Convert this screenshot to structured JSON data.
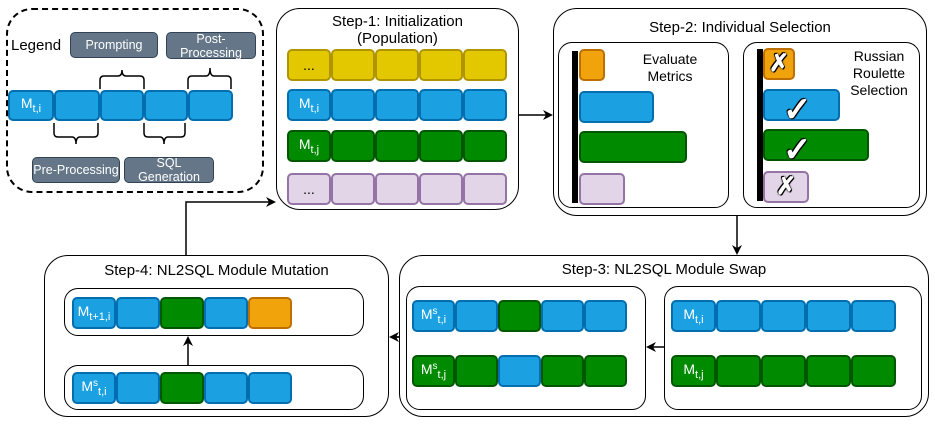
{
  "legend": {
    "title": "Legend",
    "module_label": {
      "base": "M",
      "sub": "t,i"
    },
    "tags": {
      "prompting": "Prompting",
      "post_processing": "Post-\nProcessing",
      "pre_processing": "Pre-Processing",
      "sql_generation": "SQL Generation"
    }
  },
  "step1": {
    "title_line1": "Step-1: Initialization",
    "title_line2": "(Population)",
    "rows": [
      {
        "color": "yellow",
        "label": "..."
      },
      {
        "color": "blue",
        "label_base": "M",
        "label_sub": "t,i"
      },
      {
        "color": "green",
        "label_base": "M",
        "label_sub": "t,j"
      },
      {
        "color": "purple",
        "label": "..."
      }
    ]
  },
  "step2": {
    "title": "Step-2: Individual Selection",
    "evaluate": {
      "title_line1": "Evaluate",
      "title_line2": "Metrics",
      "bars": [
        {
          "color": "orange",
          "relative_score": 0.2
        },
        {
          "color": "blue",
          "relative_score": 0.58
        },
        {
          "color": "green",
          "relative_score": 0.83
        },
        {
          "color": "purple",
          "relative_score": 0.35
        }
      ]
    },
    "roulette": {
      "title_line1": "Russian",
      "title_line2": "Roulette",
      "title_line3": "Selection",
      "bars": [
        {
          "color": "orange",
          "selected": false
        },
        {
          "color": "blue",
          "selected": true
        },
        {
          "color": "green",
          "selected": true
        },
        {
          "color": "purple",
          "selected": false
        }
      ]
    }
  },
  "step3": {
    "title": "Step-3: NL2SQL Module Swap",
    "before": [
      {
        "label_base": "M",
        "label_sub": "t,i",
        "cells": [
          "blue",
          "blue",
          "blue",
          "blue",
          "blue"
        ]
      },
      {
        "label_base": "M",
        "label_sub": "t,j",
        "cells": [
          "green",
          "green",
          "green",
          "green",
          "green"
        ]
      }
    ],
    "after": [
      {
        "label_base": "M",
        "label_sup": "s",
        "label_sub": "t,i",
        "cells": [
          "blue",
          "blue",
          "green",
          "blue",
          "blue"
        ]
      },
      {
        "label_base": "M",
        "label_sup": "s",
        "label_sub": "t,j",
        "cells": [
          "green",
          "green",
          "blue",
          "green",
          "green"
        ]
      }
    ]
  },
  "step4": {
    "title": "Step-4: NL2SQL Module Mutation",
    "mutated": {
      "label_base": "M",
      "label_sub": "t+1,i",
      "cells": [
        "blue",
        "blue",
        "green",
        "blue",
        "orange"
      ]
    },
    "source": {
      "label_base": "M",
      "label_sup": "s",
      "label_sub": "t,i",
      "cells": [
        "blue",
        "blue",
        "green",
        "blue",
        "blue"
      ]
    }
  },
  "marks": {
    "check": "✓",
    "cross": "✗"
  }
}
